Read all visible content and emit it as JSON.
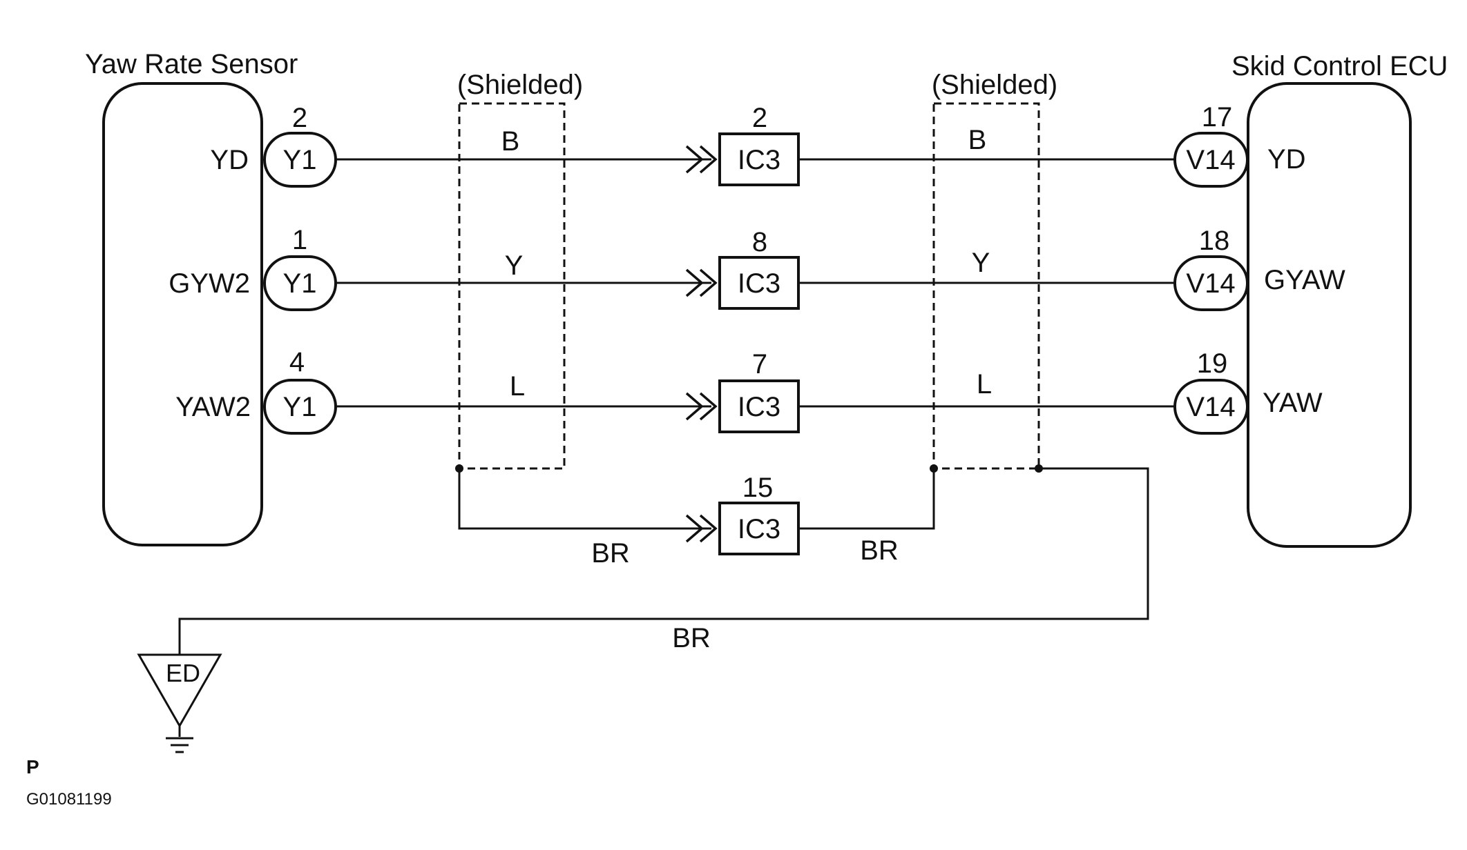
{
  "sensor": {
    "title": "Yaw Rate Sensor",
    "terminals": [
      {
        "name": "YD",
        "connector": "Y1",
        "pin": "2"
      },
      {
        "name": "GYW2",
        "connector": "Y1",
        "pin": "1"
      },
      {
        "name": "YAW2",
        "connector": "Y1",
        "pin": "4"
      }
    ]
  },
  "ecu": {
    "title": "Skid Control ECU",
    "terminals": [
      {
        "name": "YD",
        "connector": "V14",
        "pin": "17"
      },
      {
        "name": "GYAW",
        "connector": "V14",
        "pin": "18"
      },
      {
        "name": "YAW",
        "connector": "V14",
        "pin": "19"
      }
    ]
  },
  "shields": [
    {
      "label": "(Shielded)"
    },
    {
      "label": "(Shielded)"
    }
  ],
  "junction": [
    {
      "connector": "IC3",
      "pin": "2"
    },
    {
      "connector": "IC3",
      "pin": "8"
    },
    {
      "connector": "IC3",
      "pin": "7"
    },
    {
      "connector": "IC3",
      "pin": "15"
    }
  ],
  "wires": [
    {
      "color_left": "B",
      "color_right": "B"
    },
    {
      "color_left": "Y",
      "color_right": "Y"
    },
    {
      "color_left": "L",
      "color_right": "L"
    },
    {
      "color_left": "BR",
      "color_right": "BR"
    }
  ],
  "ground": {
    "label": "ED",
    "wire_color": "BR"
  },
  "footer": {
    "page": "P",
    "figure_id": "G01081199"
  }
}
